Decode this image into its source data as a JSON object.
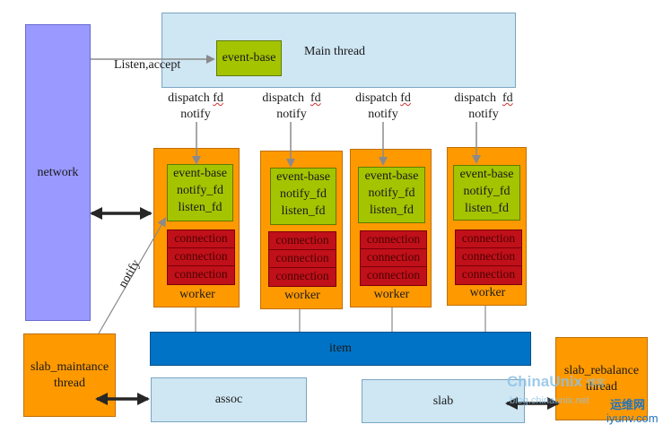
{
  "network": {
    "label": "network"
  },
  "main_thread": {
    "label": "Main thread",
    "event_base": "event-base"
  },
  "edge_labels": {
    "listen_accept": "Listen,accept",
    "notify_diag": "notify"
  },
  "dispatch": [
    {
      "word": "dispatch",
      "fd": "fd",
      "notify": "notify"
    },
    {
      "word": "dispatch",
      "fd": "fd",
      "notify": "notify"
    },
    {
      "word": "dispatch",
      "fd": "fd",
      "notify": "notify"
    },
    {
      "word": "dispatch",
      "fd": "fd",
      "notify": "notify"
    }
  ],
  "workers": [
    {
      "lines": [
        "event-base",
        "notify_fd",
        "listen_fd"
      ],
      "connections": [
        "connection",
        "connection",
        "connection"
      ],
      "label": "worker"
    },
    {
      "lines": [
        "event-base",
        "notify_fd",
        "listen_fd"
      ],
      "connections": [
        "connection",
        "connection",
        "connection"
      ],
      "label": "worker"
    },
    {
      "lines": [
        "event-base",
        "notify_fd",
        "listen_fd"
      ],
      "connections": [
        "connection",
        "connection",
        "connection"
      ],
      "label": "worker"
    },
    {
      "lines": [
        "event-base",
        "notify_fd",
        "listen_fd"
      ],
      "connections": [
        "connection",
        "connection",
        "connection"
      ],
      "label": "worker"
    }
  ],
  "item": {
    "label": "item"
  },
  "slab_maintance": {
    "line1": "slab_maintance",
    "line2": "thread"
  },
  "assoc": {
    "label": "assoc"
  },
  "slab": {
    "label": "slab"
  },
  "slab_rebalance": {
    "line1": "slab_rebalance",
    "line2": "thread"
  },
  "watermark": {
    "brand": "ChinaUnix",
    "brand_cn": "博客",
    "site1": "blog.chinaunix.net",
    "brand2_cn": "运维网",
    "site2": "iyunv.com"
  },
  "colors": {
    "network": "#9999ff",
    "main_thread": "#cfe6f3",
    "event_base": "#a4c400",
    "worker": "#ff9900",
    "connection": "#c0101a",
    "item": "#0073c6"
  }
}
